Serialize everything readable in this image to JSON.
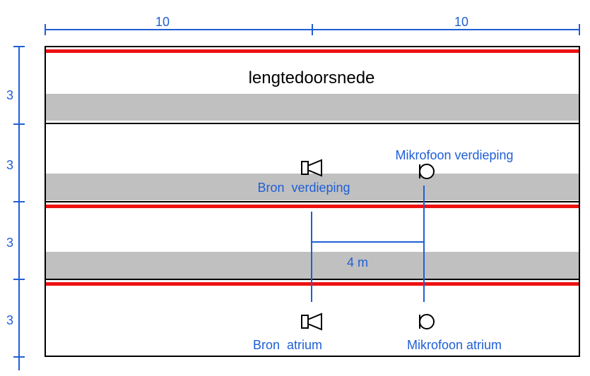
{
  "title": "lengtedoorsnede",
  "dimensions": {
    "horizontal": [
      "10",
      "10"
    ],
    "vertical": [
      "3",
      "3",
      "3",
      "3"
    ],
    "distance": "4 m"
  },
  "labels": {
    "bron_verdieping": "Bron  verdieping",
    "mikrofoon_verdieping": "Mikrofoon verdieping",
    "bron_atrium": "Bron  atrium",
    "mikrofoon_atrium": "Mikrofoon atrium"
  },
  "colors": {
    "dimension": "#1f5fd6",
    "slab_red": "#ee1111",
    "slab_gray": "#c0c0c0",
    "outline": "#000000"
  },
  "icons": {
    "source": "speaker-icon",
    "receiver": "microphone-icon"
  }
}
